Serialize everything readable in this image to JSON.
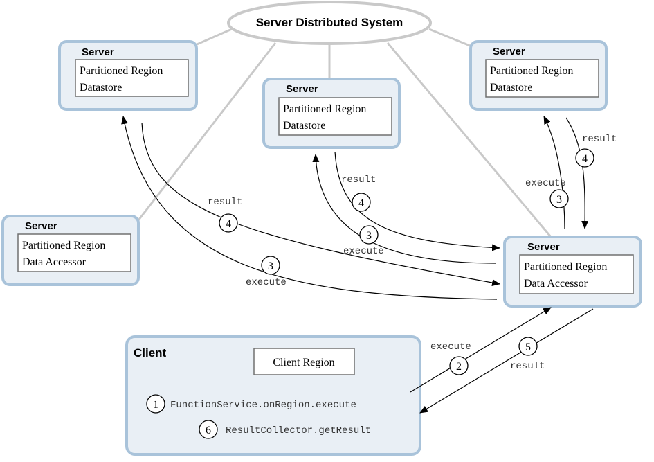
{
  "system": {
    "title": "Server Distributed System"
  },
  "servers": {
    "ds_left": {
      "heading": "Server",
      "region_line1": "Partitioned Region",
      "region_line2": "Datastore"
    },
    "ds_center": {
      "heading": "Server",
      "region_line1": "Partitioned Region",
      "region_line2": "Datastore"
    },
    "ds_right": {
      "heading": "Server",
      "region_line1": "Partitioned Region",
      "region_line2": "Datastore"
    },
    "accessor_left": {
      "heading": "Server",
      "region_line1": "Partitioned Region",
      "region_line2": "Data Accessor"
    },
    "accessor_right": {
      "heading": "Server",
      "region_line1": "Partitioned Region",
      "region_line2": "Data Accessor"
    }
  },
  "client": {
    "heading": "Client",
    "region": "Client Region",
    "call_execute": "FunctionService.onRegion.execute",
    "call_result": "ResultCollector.getResult"
  },
  "labels": {
    "execute": "execute",
    "result": "result"
  },
  "steps": {
    "s1": "1",
    "s2": "2",
    "s3": "3",
    "s4": "4",
    "s5": "5",
    "s6": "6"
  },
  "colors": {
    "box_fill": "#e9eff5",
    "box_border": "#a9c3da",
    "connector": "#c9c9c9",
    "arrow": "#000000"
  }
}
